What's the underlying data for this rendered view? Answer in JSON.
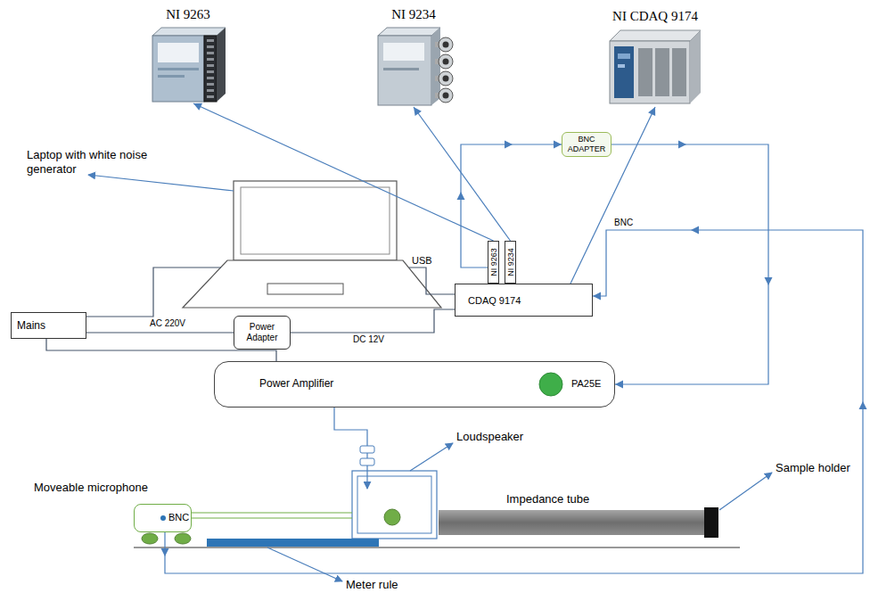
{
  "diagram": {
    "nodes": [
      {
        "text": [
          "NI 9263"
        ]
      },
      {
        "text": [
          "NI 9234"
        ]
      },
      {
        "text": [
          "NI CDAQ 9174"
        ]
      },
      {
        "text": [
          "BNC ADAPTER"
        ]
      },
      {
        "text": [
          "NI 9263"
        ]
      },
      {
        "text": [
          "NI 9234"
        ]
      },
      {
        "text": [
          "CDAQ 9174"
        ]
      },
      {
        "text": [
          "Mains"
        ]
      },
      {
        "text": [
          "Power Adapter"
        ]
      },
      {
        "text": [
          "Power Amplifier",
          "PA25E"
        ]
      },
      {
        "text": [
          "Moveable microphone",
          "BNC"
        ]
      }
    ],
    "edges": [
      {
        "from": 4,
        "to": 0,
        "arrow": "to"
      },
      {
        "from": 5,
        "to": 1,
        "arrow": "to"
      },
      {
        "from": 6,
        "to": 2,
        "arrow": "to"
      },
      {
        "from": 4,
        "to": 3,
        "arrow": "to"
      },
      {
        "from": 3,
        "to": 9,
        "arrow": "to"
      },
      {
        "from": 7,
        "to": 8,
        "arrow": "none"
      },
      {
        "from": 8,
        "to": 6,
        "label": "DC 12V",
        "arrow": "none"
      },
      {
        "from": 7,
        "to": 9,
        "arrow": "none"
      },
      {
        "from": 10,
        "to": 6,
        "label": "BNC",
        "arrow": "to"
      }
    ],
    "labels": [
      "Laptop with white noise generator",
      "USB",
      "AC 220V",
      "Loudspeaker",
      "Impedance tube",
      "Sample holder",
      "Meter rule"
    ]
  }
}
